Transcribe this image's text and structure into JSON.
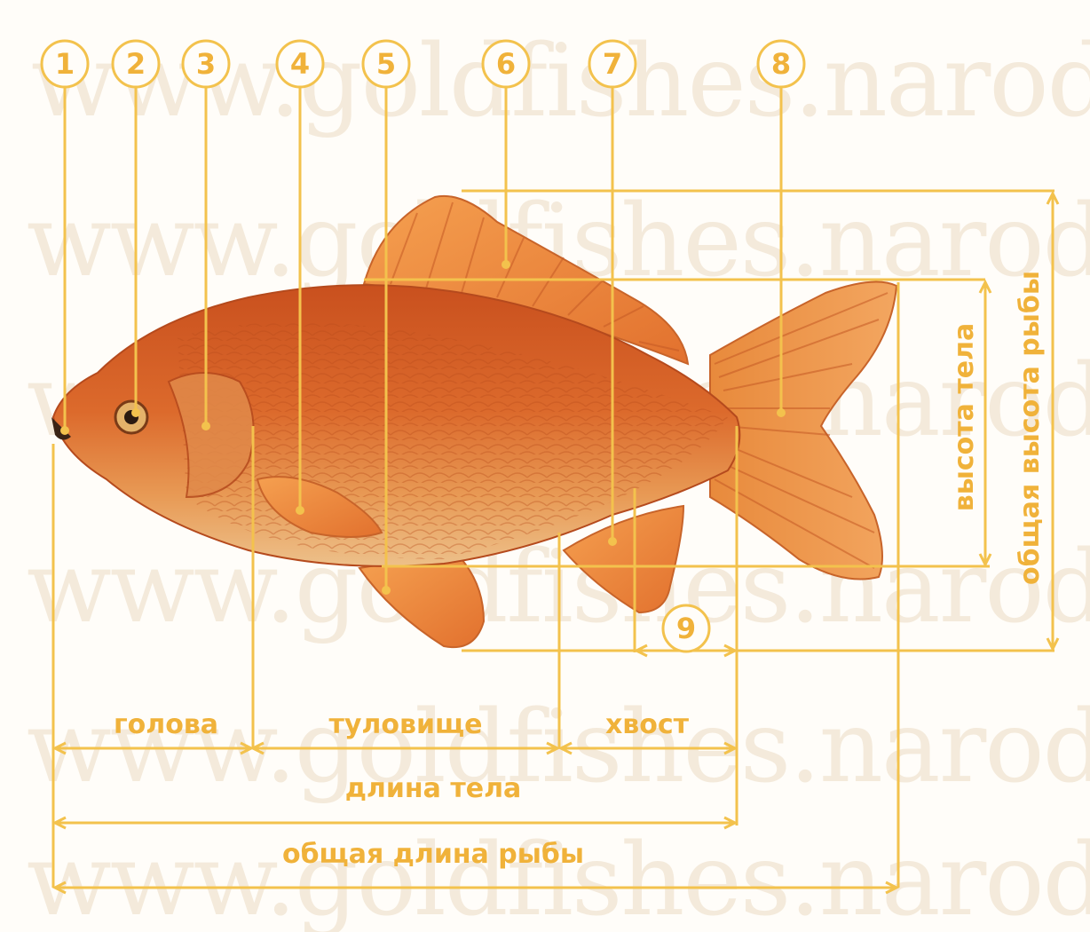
{
  "watermark": "www.goldfishes.narod.ru",
  "colors": {
    "annotation": "#f3c24d",
    "annotation_text": "#f0b23a",
    "fish_body": "#d9612a",
    "fish_belly": "#e9a25c",
    "fin": "#f08a3a"
  },
  "callouts": [
    "1",
    "2",
    "3",
    "4",
    "5",
    "6",
    "7",
    "8",
    "9"
  ],
  "labels": {
    "head": "голова",
    "trunk": "туловище",
    "tail": "хвост",
    "body_length": "длина тела",
    "total_length": "общая длина рыбы",
    "body_height": "высота тела",
    "total_height": "общая высота рыбы"
  }
}
